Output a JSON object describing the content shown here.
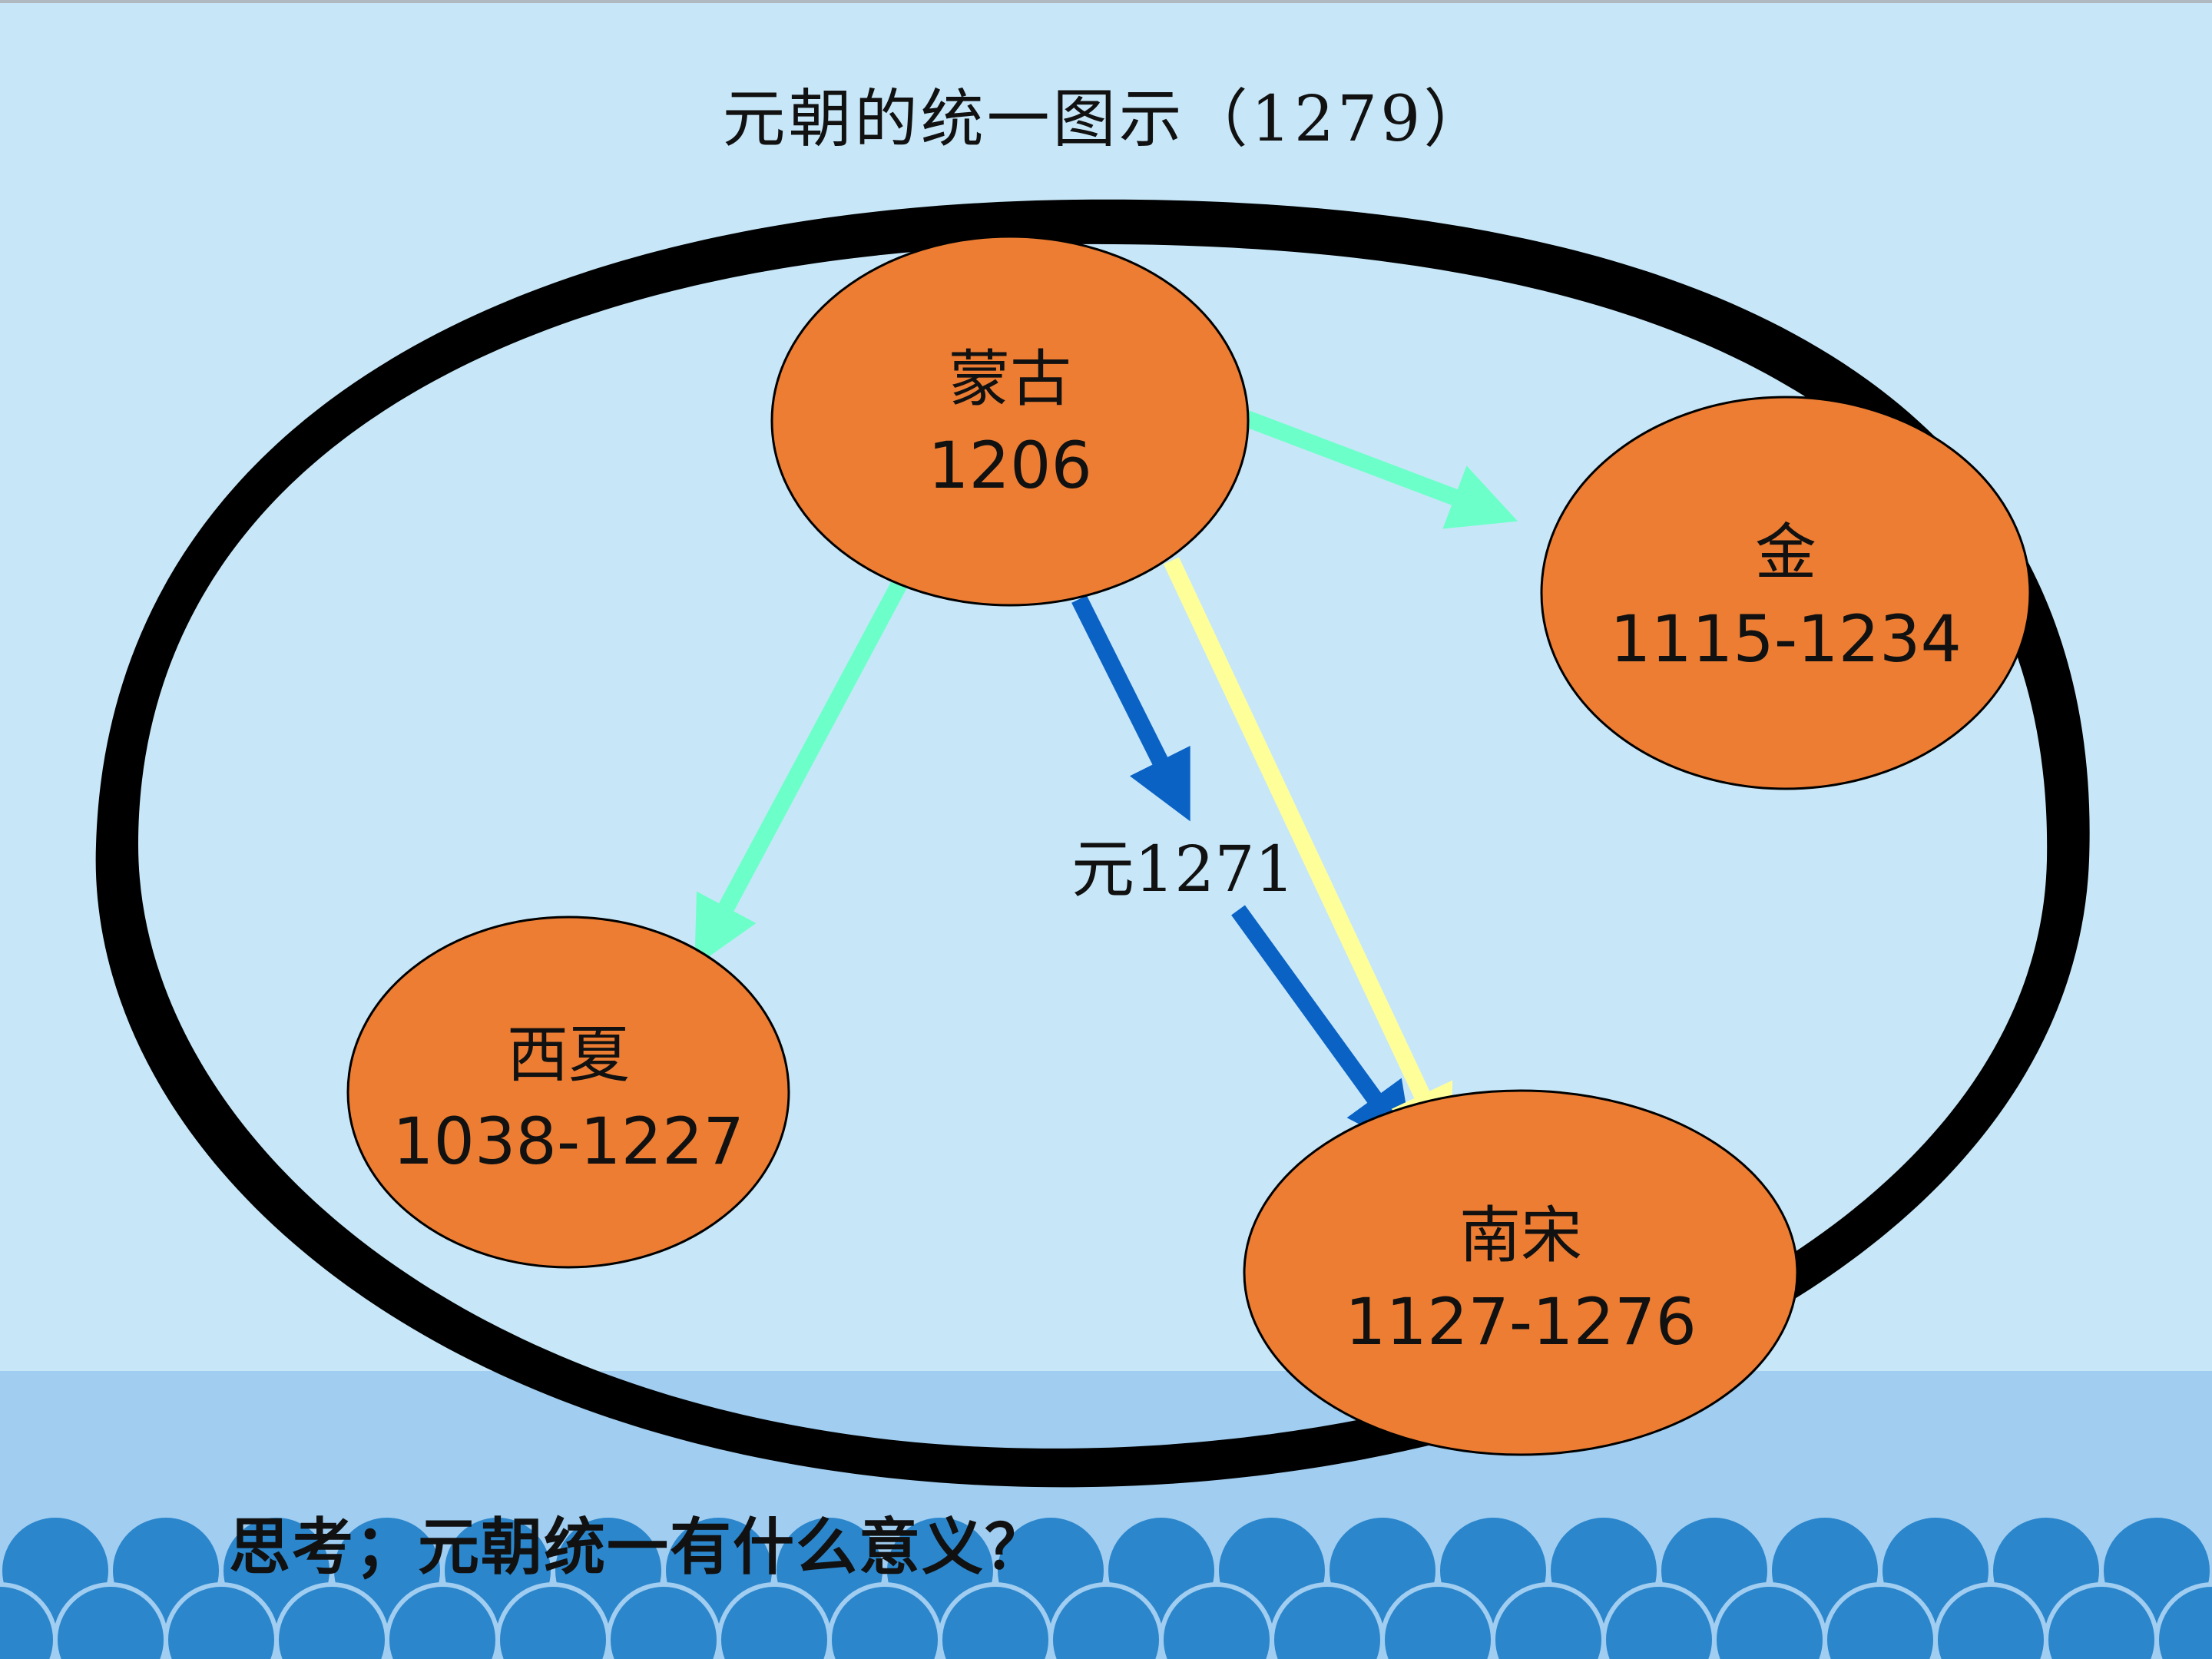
{
  "title": "元朝的统一图示（1279）",
  "nodes": {
    "mongol": {
      "name": "蒙古",
      "year": "1206"
    },
    "jin": {
      "name": "金",
      "year": "1115-1234"
    },
    "xixia": {
      "name": "西夏",
      "year": "1038-1227"
    },
    "southern_song": {
      "name": "南宋",
      "year": "1127-1276"
    }
  },
  "yuan_label": "元1271",
  "question": "思考；元朝统一有什么意义？",
  "colors": {
    "background": "#c7e7f8",
    "sea_band": "#a0cdf0",
    "wave": "#2b86cc",
    "node_fill": "#ec7d33",
    "ring": "#000000",
    "arrow_mint": "#6dffc9",
    "arrow_blue": "#0b62c5",
    "arrow_yellow": "#ffff99"
  }
}
